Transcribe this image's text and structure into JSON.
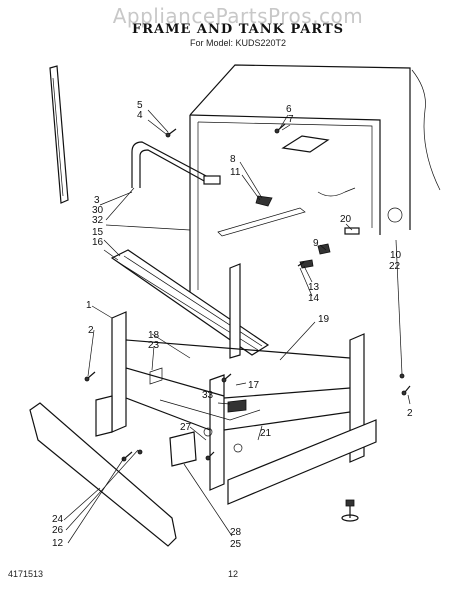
{
  "watermark": "AppliancePartsPros.com",
  "header": {
    "title": "FRAME AND TANK PARTS",
    "subtitle": "For Model: KUDS220T2"
  },
  "footer": {
    "code": "4171513",
    "page_number": "12"
  },
  "callouts": [
    {
      "id": "c1",
      "text": "1"
    },
    {
      "id": "c2a",
      "text": "2"
    },
    {
      "id": "c2b",
      "text": "2"
    },
    {
      "id": "c3",
      "text": "3"
    },
    {
      "id": "c4",
      "text": "4"
    },
    {
      "id": "c5",
      "text": "5"
    },
    {
      "id": "c6",
      "text": "6"
    },
    {
      "id": "c7",
      "text": "7"
    },
    {
      "id": "c8",
      "text": "8"
    },
    {
      "id": "c9",
      "text": "9"
    },
    {
      "id": "c10",
      "text": "10"
    },
    {
      "id": "c11",
      "text": "11"
    },
    {
      "id": "c12",
      "text": "12"
    },
    {
      "id": "c13",
      "text": "13"
    },
    {
      "id": "c14",
      "text": "14"
    },
    {
      "id": "c15",
      "text": "15"
    },
    {
      "id": "c16",
      "text": "16"
    },
    {
      "id": "c17",
      "text": "17"
    },
    {
      "id": "c18",
      "text": "18"
    },
    {
      "id": "c19",
      "text": "19"
    },
    {
      "id": "c20",
      "text": "20"
    },
    {
      "id": "c21",
      "text": "21"
    },
    {
      "id": "c22",
      "text": "22"
    },
    {
      "id": "c23",
      "text": "23"
    },
    {
      "id": "c24",
      "text": "24"
    },
    {
      "id": "c25",
      "text": "25"
    },
    {
      "id": "c26",
      "text": "26"
    },
    {
      "id": "c27",
      "text": "27"
    },
    {
      "id": "c28",
      "text": "28"
    },
    {
      "id": "c30",
      "text": "30"
    },
    {
      "id": "c32",
      "text": "32"
    },
    {
      "id": "c33",
      "text": "33"
    }
  ]
}
